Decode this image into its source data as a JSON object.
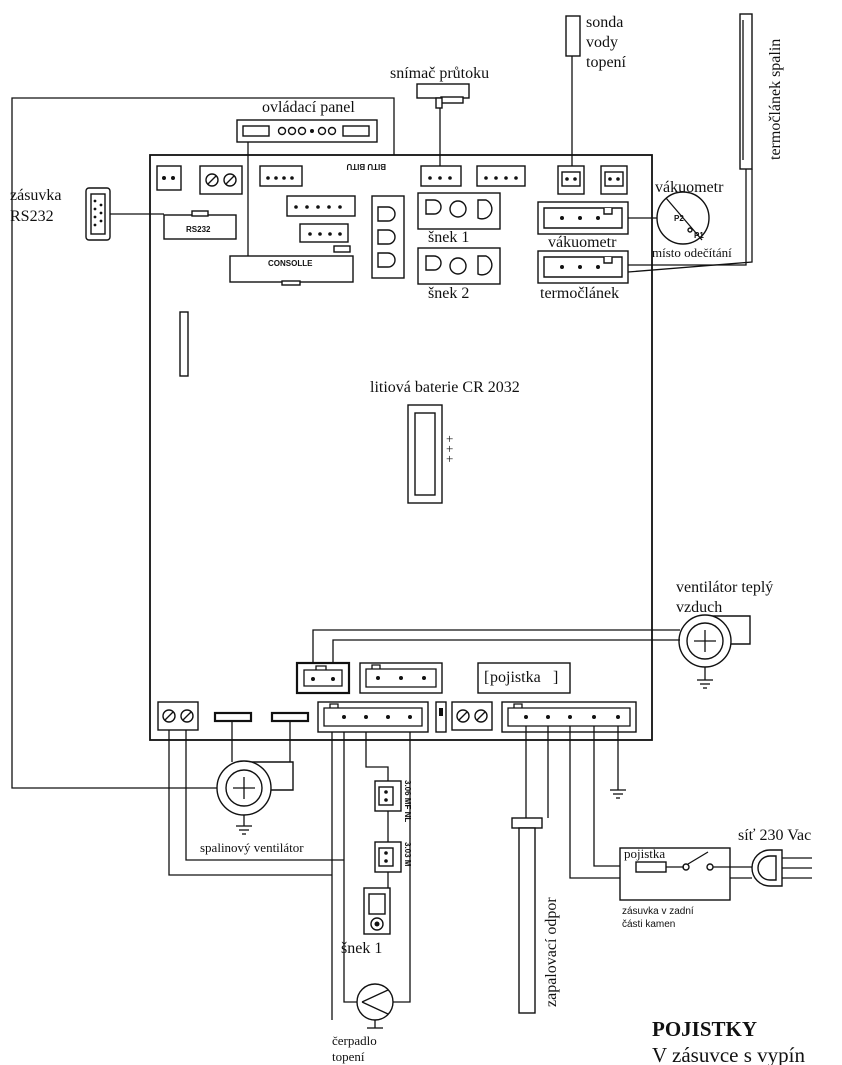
{
  "labels": {
    "ovladaci_panel": "ovládací panel",
    "snimac_prutoku": "snímač průtoku",
    "sonda_line1": "sonda",
    "sonda_line2": "vody",
    "sonda_line3": "topení",
    "termoclanek_spalin": "termočlánek spalin",
    "zasuvka_line1": "zásuvka",
    "zasuvka_line2": "RS232",
    "rs232_connector": "RS232",
    "consolle": "CONSOLLE",
    "vakuometr_gauge": "vákuometr",
    "vakuometr_connector": "vákuometr",
    "misto_odecitani": "místo odečítání",
    "p1": "P1",
    "p2": "P2",
    "termoclanek": "termočlánek",
    "snek1_top": "šnek 1",
    "snek2_top": "šnek 2",
    "baterie": "litiová baterie CR 2032",
    "ventilator_line1": "ventilátor teplý",
    "ventilator_line2": "vzduch",
    "pojistka_board": "pojistka",
    "spalinovy": "spalinový ventilátor",
    "zapalovaci": "zapalovací odpor",
    "sit": "síť 230 Vac",
    "pojistka_socket": "pojistka",
    "zasuvka_zadni_line1": "zásuvka v zadní",
    "zasuvka_zadni_line2": "části kamen",
    "snek1_bottom": "šnek 1",
    "cerpadlo_line1": "čerpadlo",
    "cerpadlo_line2": "topení",
    "pojistky_heading": "POJISTKY",
    "pojistky_text": "V zásuvce s vypín"
  }
}
